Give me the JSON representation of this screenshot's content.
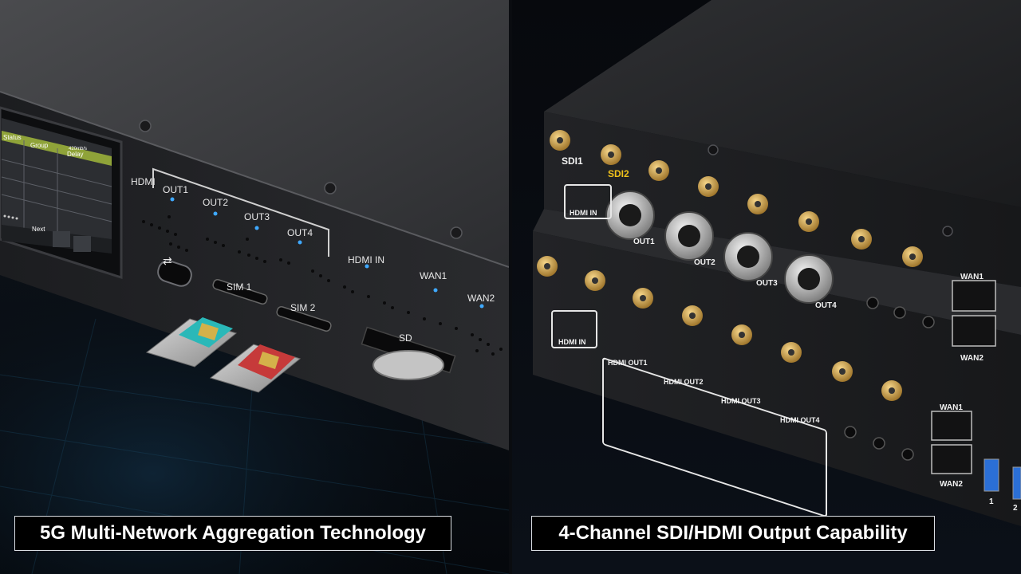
{
  "captions": {
    "left": "5G Multi-Network Aggregation Technology",
    "right": "4-Channel SDI/HDMI Output Capability"
  },
  "left_panel": {
    "screen": {
      "header_status": "Status",
      "header_group": "Group",
      "header_delay": "Delay",
      "speed": "420mb/s",
      "next": "Next"
    },
    "hdmi_label": "HDMI",
    "outputs": [
      "OUT1",
      "OUT2",
      "OUT3",
      "OUT4"
    ],
    "hdmi_in": "HDMI IN",
    "sim1": "SIM 1",
    "sim2": "SIM 2",
    "sd": "SD",
    "wan1": "WAN1",
    "wan2": "WAN2"
  },
  "right_panel": {
    "sdi_labels": [
      "SDI",
      "SDI"
    ],
    "sdi_nums": [
      "1",
      "2"
    ],
    "hdmi_in": "HDMI IN",
    "hdmi_outs": [
      "HDMI OUT1",
      "HDMI OUT2",
      "HDMI OUT3",
      "HDMI OUT4"
    ],
    "bnc_outs": [
      "OUT1",
      "OUT2",
      "OUT3",
      "OUT4"
    ],
    "wan1": "WAN1",
    "wan2": "WAN2",
    "usb_nums": [
      "1",
      "2"
    ]
  }
}
